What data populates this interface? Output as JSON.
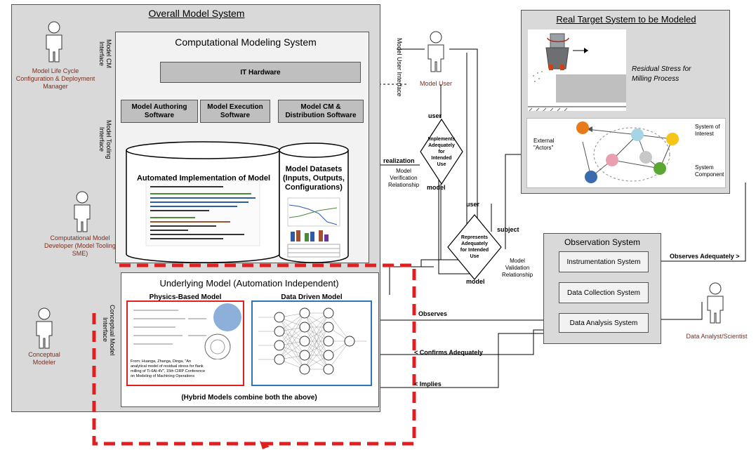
{
  "overall": {
    "title": "Overall Model System"
  },
  "cms": {
    "title": "Computational Modeling System",
    "it_hardware": "IT Hardware",
    "authoring": "Model Authoring Software",
    "execution": "Model Execution Software",
    "cm_distribution": "Model CM & Distribution Software",
    "automated": "Automated Implementation of Model",
    "datasets": "Model Datasets (Inputs, Outputs, Configurations)"
  },
  "underlying": {
    "title": "Underlying Model (Automation Independent)",
    "physics_title": "Physics-Based Model",
    "physics_citation": "From: Huanga, Zhanga, Dinga, \"An analytical model of residual stress for flank milling of Ti-6Al-4V\", 15th CIRP Conference on Modeling of Machining Operations",
    "data_title": "Data Driven Model",
    "hybrid": "(Hybrid Models combine both the above)"
  },
  "real_target": {
    "title": "Real Target System to be Modeled",
    "residual": "Residual Stress for Milling Process",
    "external": "External \"Actors\"",
    "system_interest": "System of Interest",
    "system_component": "System Component"
  },
  "observation": {
    "title": "Observation System",
    "instrumentation": "Instrumentation System",
    "data_collection": "Data Collection System",
    "data_analysis": "Data Analysis System"
  },
  "actors": {
    "lifecycle": "Model Life Cycle Configuration & Deployment Manager",
    "developer": "Computational Model Developer (Model Tooling SME)",
    "conceptual": "Conceptual Modeler",
    "model_user": "Model User",
    "analyst": "Data Analyst/Scientist"
  },
  "interfaces": {
    "cm": "Model CM Interface",
    "tooling": "Model Tooling Interface",
    "conceptual": "Conceptual Model Interface",
    "user": "Model User Interface"
  },
  "diamonds": {
    "implements": "Implements Adequately for Intended Use",
    "represents": "Represents Adequately for Intended Use"
  },
  "labels": {
    "user1": "user",
    "realization": "realization",
    "model1": "model",
    "verification": "Model Verification Relationship",
    "user2": "user",
    "subject": "subject",
    "model2": "model",
    "validation": "Model Validation Relationship",
    "observes_adequately": "Observes Adequately >",
    "observes": "Observes",
    "confirms": "< Confirms Adequately",
    "implies": "<  Implies"
  }
}
